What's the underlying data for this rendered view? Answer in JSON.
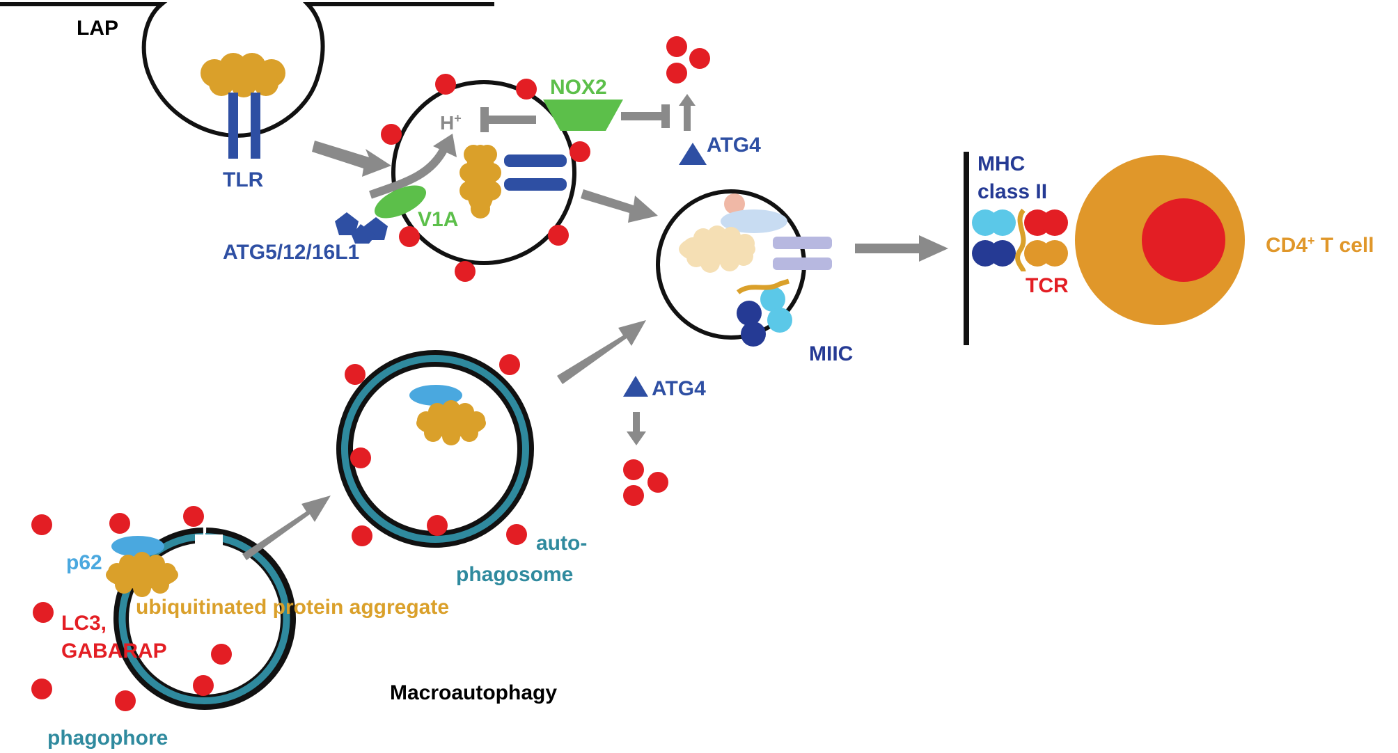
{
  "labels": {
    "lap": "LAP",
    "tlr": "TLR",
    "atg5": "ATG5/12/16L1",
    "v1a": "V1A",
    "h_plus": "H",
    "h_plus_sup": "+",
    "nox2": "NOX2",
    "atg4_top": "ATG4",
    "atg4_mid": "ATG4",
    "mhc_line1": "MHC",
    "mhc_line2": "class II",
    "tcr": "TCR",
    "cd4_prefix": "CD4",
    "cd4_sup": "+",
    "cd4_suffix": " T cell",
    "miic": "MIIC",
    "auto_line1": "auto-",
    "auto_line2": "phagosome",
    "p62": "p62",
    "ubiq": "ubiquitinated protein aggregate",
    "lc3_line1": "LC3,",
    "lc3_line2": "GABARAP",
    "macro": "Macroautophagy",
    "phagophore": "phagophore"
  },
  "colors": {
    "lc3_red": "#e31e24",
    "cargo_gold": "#daa02a",
    "receptor_blue": "#2e4fa3",
    "mhc_navy": "#253a94",
    "mhc_cyan": "#5bc8e8",
    "p62_blue": "#4aa8df",
    "nox_green": "#5cbf4a",
    "teal": "#2f8a9e",
    "arrow_gray": "#8a8a8a",
    "tcell_orange": "#e0972a"
  }
}
